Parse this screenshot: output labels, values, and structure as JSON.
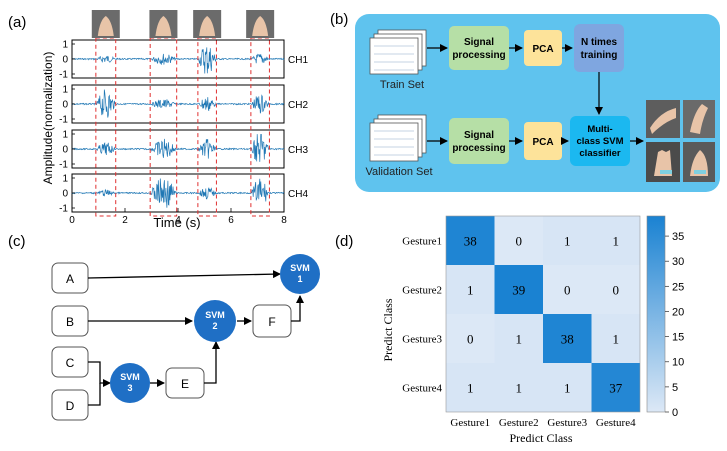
{
  "panels": {
    "a": "(a)",
    "b": "(b)",
    "c": "(c)",
    "d": "(d)"
  },
  "emg": {
    "ylabel": "Amplitude(normalization)",
    "xlabel": "Time (s)",
    "xticks": [
      "0",
      "2",
      "4",
      "6",
      "8"
    ],
    "yticks": [
      "1",
      "0",
      "-1"
    ],
    "channels": [
      "CH1",
      "CH2",
      "CH3",
      "CH4"
    ],
    "gesture_windows_s": [
      [
        0.9,
        1.65
      ],
      [
        2.95,
        3.95
      ],
      [
        4.75,
        5.45
      ],
      [
        6.75,
        7.45
      ]
    ],
    "photo_labels": [
      "gesture-photo",
      "gesture-photo",
      "gesture-photo",
      "gesture-photo"
    ],
    "color": "#1f77b4"
  },
  "flow": {
    "train_set": "Train Set",
    "validation_set": "Validation Set",
    "signal_processing_1": "Signal processing",
    "signal_processing_2": "Signal processing",
    "pca_1": "PCA",
    "pca_2": "PCA",
    "n_times_training": "N times training",
    "svm_classifier": "Multi-class SVM classifier",
    "colors": {
      "bg": "#5fc3ee",
      "green": "#b6dfa6",
      "yellow": "#fde39a",
      "blue_box": "#7fa6e0",
      "cyan": "#1bb8f0"
    }
  },
  "tree": {
    "inputs": [
      "A",
      "B",
      "C",
      "D"
    ],
    "intermediate": [
      "E",
      "F"
    ],
    "svm1": "SVM 1",
    "svm2": "SVM 2",
    "svm3": "SVM 3",
    "node_color": "#1f6fc5"
  },
  "chart_data": {
    "type": "heatmap",
    "categories": [
      "Gesture1",
      "Gesture2",
      "Gesture3",
      "Gesture4"
    ],
    "ylabels": [
      "Gesture1",
      "Gesture2",
      "Gesture3",
      "Gesture4"
    ],
    "values": [
      [
        38,
        0,
        1,
        1
      ],
      [
        1,
        39,
        0,
        0
      ],
      [
        0,
        1,
        38,
        1
      ],
      [
        1,
        1,
        1,
        37
      ]
    ],
    "xlabel": "Predict Class",
    "ylabel": "Predict Class",
    "colorbar_ticks": [
      0,
      5,
      10,
      15,
      20,
      25,
      30,
      35
    ],
    "colorbar_range": [
      0,
      39
    ],
    "low_color": "#dce8f6",
    "high_color": "#1a82d2"
  }
}
